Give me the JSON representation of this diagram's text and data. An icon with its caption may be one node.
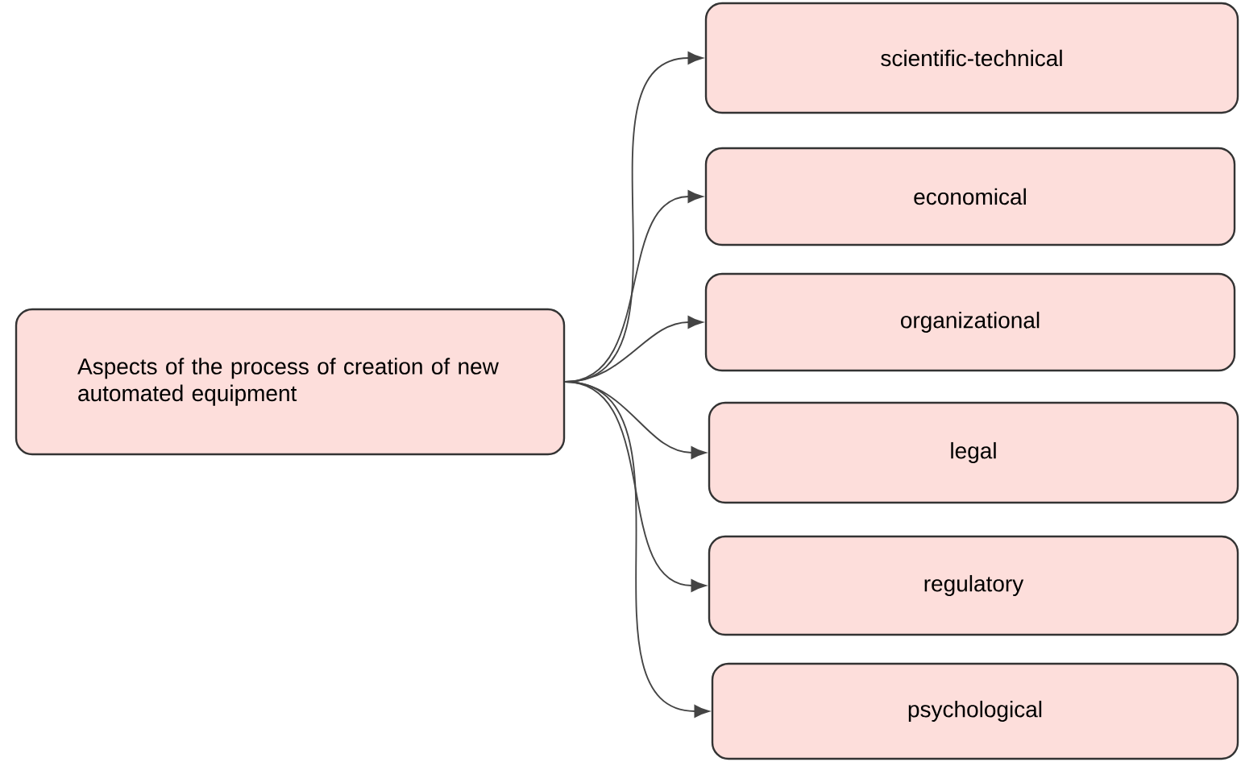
{
  "diagram": {
    "nodes": [
      {
        "text": [
          "Aspects of the process of creation of new automated equipment"
        ]
      },
      {
        "text": [
          "scientific-technical"
        ]
      },
      {
        "text": [
          "economical"
        ]
      },
      {
        "text": [
          "organizational"
        ]
      },
      {
        "text": [
          "legal"
        ]
      },
      {
        "text": [
          "regulatory"
        ]
      },
      {
        "text": [
          "psychological"
        ]
      }
    ],
    "edges": [
      {
        "from": 0,
        "to": 1,
        "arrow": "to"
      },
      {
        "from": 0,
        "to": 2,
        "arrow": "to"
      },
      {
        "from": 0,
        "to": 3,
        "arrow": "to"
      },
      {
        "from": 0,
        "to": 4,
        "arrow": "to"
      },
      {
        "from": 0,
        "to": 5,
        "arrow": "to"
      },
      {
        "from": 0,
        "to": 6,
        "arrow": "to"
      }
    ]
  }
}
